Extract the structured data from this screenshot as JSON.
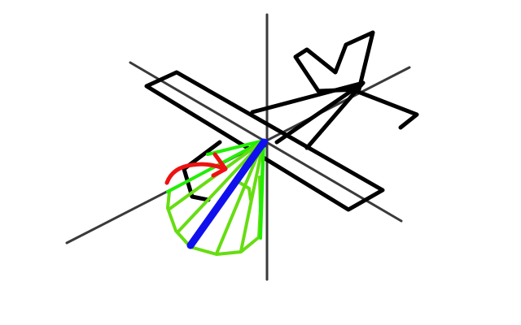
{
  "diagram": {
    "colors": {
      "background": "#ffffff",
      "axes": "#3a3a3a",
      "airplane": "#000000",
      "cone_rays": "#66dd11",
      "cone_rays_bright": "#22ee00",
      "vector": "#1010ee",
      "rotation_arrow": "#ee1111"
    },
    "elements": [
      "coordinate-axes",
      "airplane-outline",
      "cone-of-rays",
      "direction-vector",
      "rotation-arrow"
    ]
  }
}
